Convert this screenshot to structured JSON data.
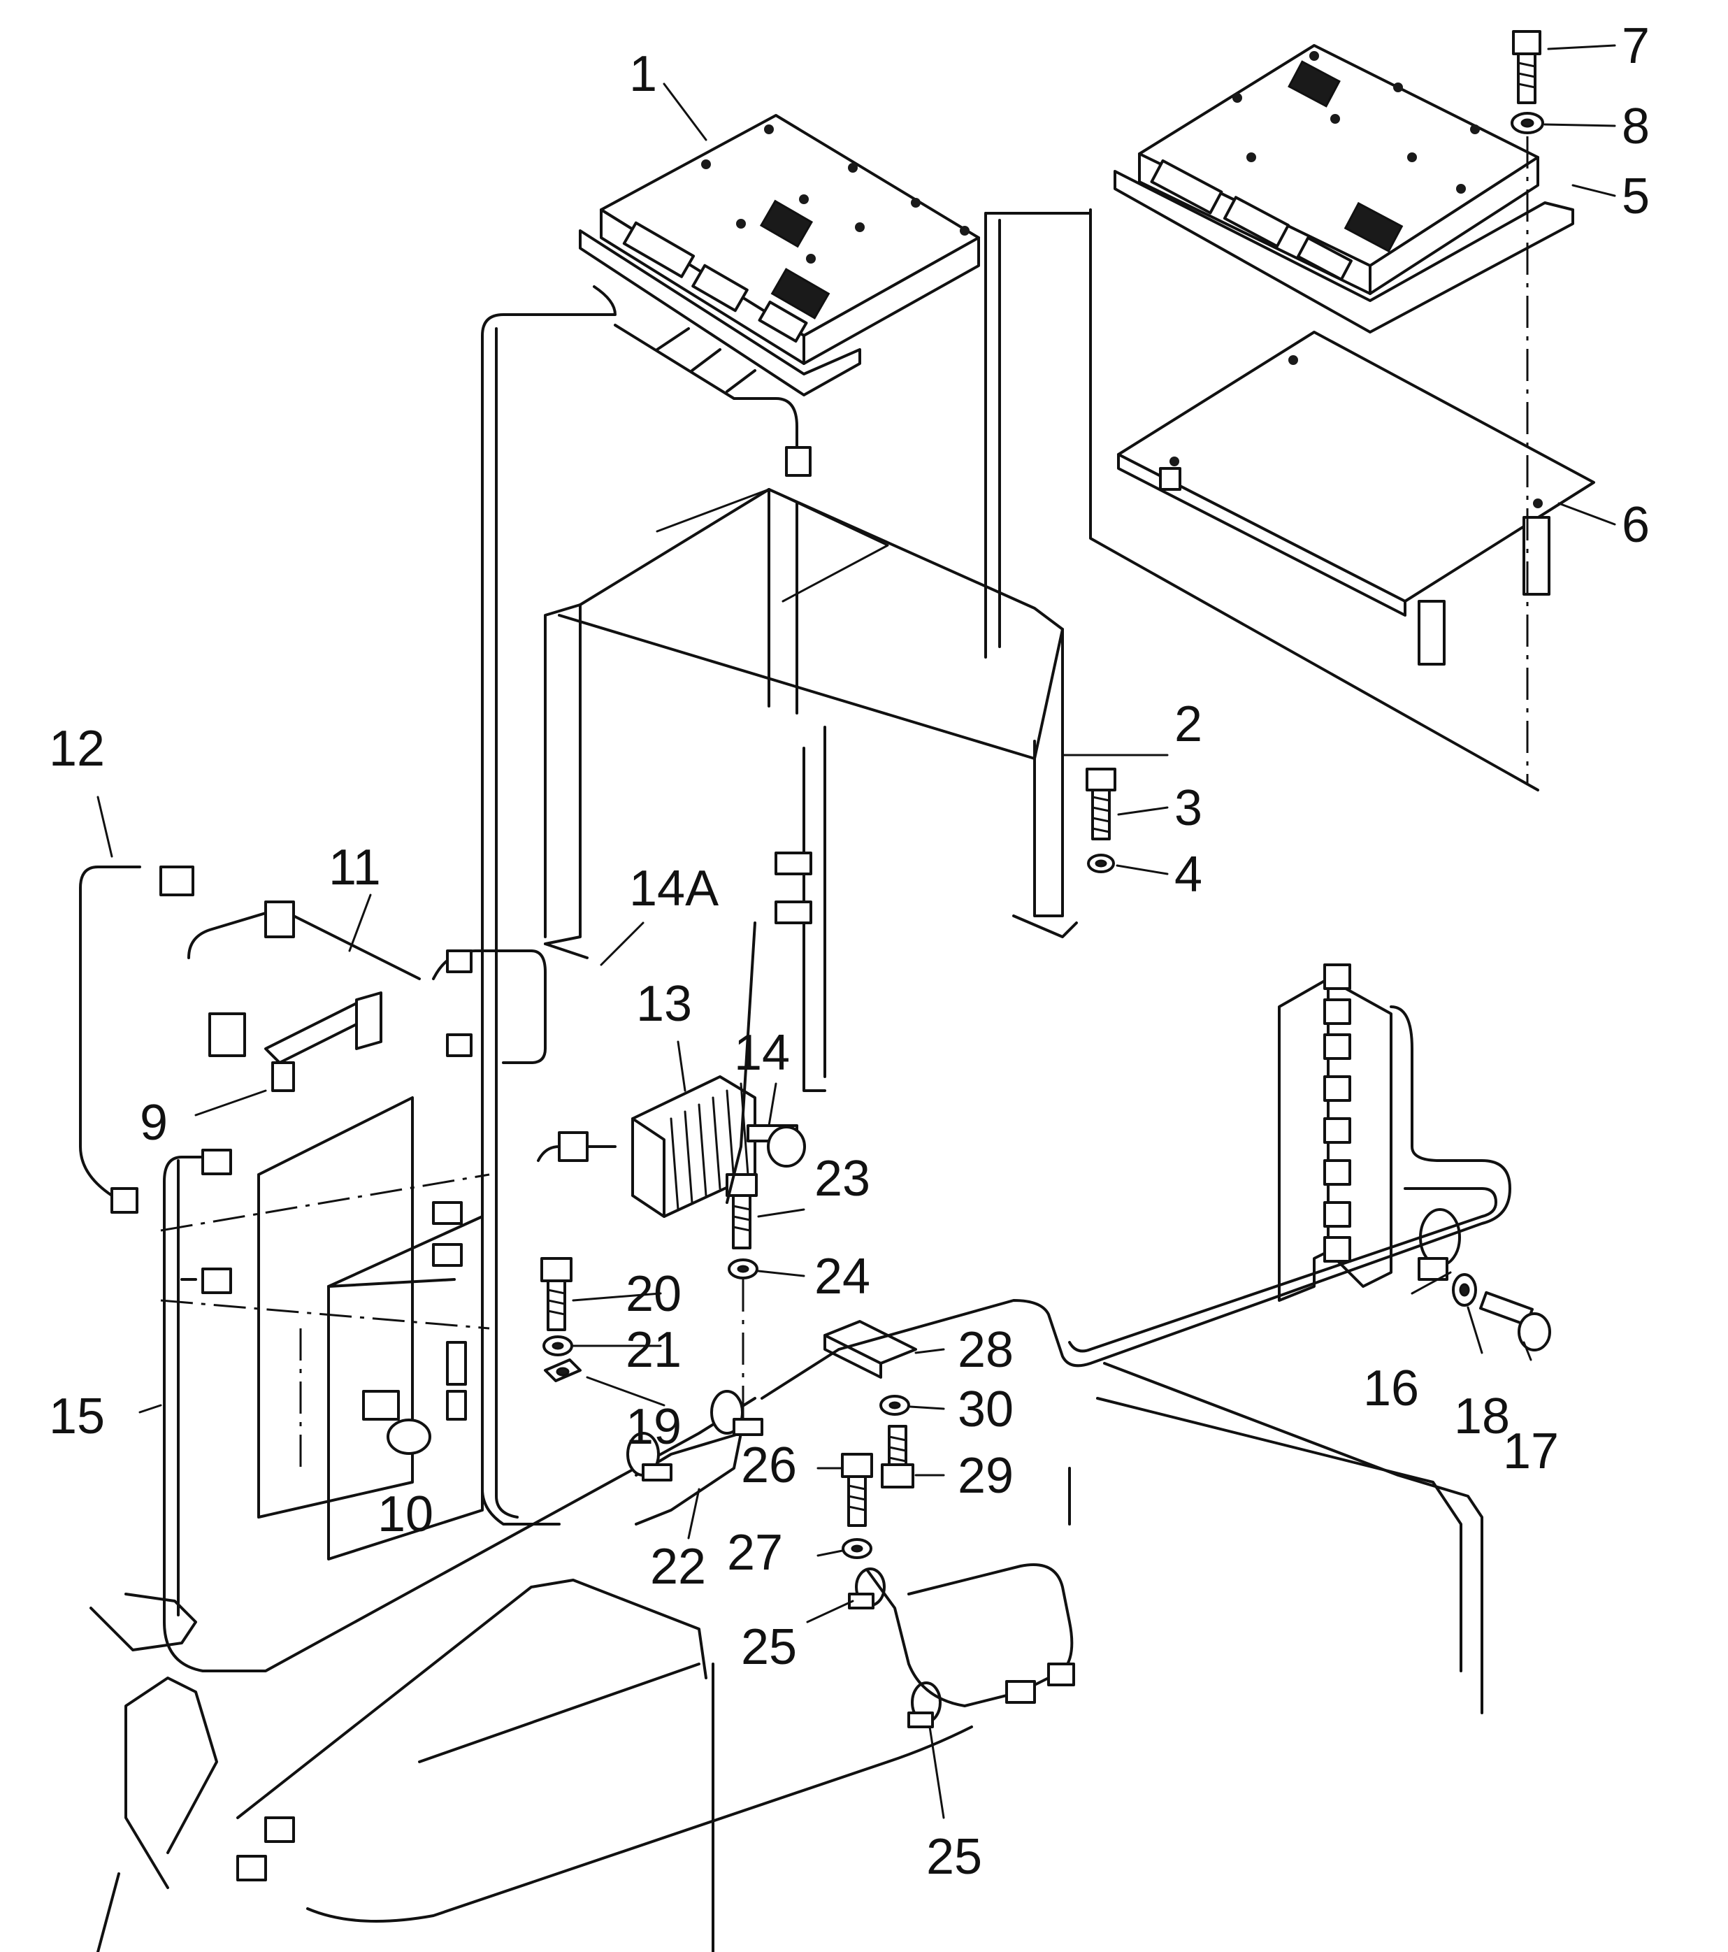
{
  "diagram": {
    "callouts": [
      {
        "id": "c1",
        "text": "1"
      },
      {
        "id": "c2",
        "text": "2"
      },
      {
        "id": "c3",
        "text": "3"
      },
      {
        "id": "c4",
        "text": "4"
      },
      {
        "id": "c5",
        "text": "5"
      },
      {
        "id": "c6",
        "text": "6"
      },
      {
        "id": "c7",
        "text": "7"
      },
      {
        "id": "c8",
        "text": "8"
      },
      {
        "id": "c9",
        "text": "9"
      },
      {
        "id": "c10",
        "text": "10"
      },
      {
        "id": "c11",
        "text": "11"
      },
      {
        "id": "c12",
        "text": "12"
      },
      {
        "id": "c13",
        "text": "13"
      },
      {
        "id": "c14",
        "text": "14"
      },
      {
        "id": "c14A",
        "text": "14A"
      },
      {
        "id": "c15",
        "text": "15"
      },
      {
        "id": "c16",
        "text": "16"
      },
      {
        "id": "c17",
        "text": "17"
      },
      {
        "id": "c18",
        "text": "18"
      },
      {
        "id": "c19",
        "text": "19"
      },
      {
        "id": "c20",
        "text": "20"
      },
      {
        "id": "c21",
        "text": "21"
      },
      {
        "id": "c22",
        "text": "22"
      },
      {
        "id": "c23",
        "text": "23"
      },
      {
        "id": "c24",
        "text": "24"
      },
      {
        "id": "c25a",
        "text": "25"
      },
      {
        "id": "c25b",
        "text": "25"
      },
      {
        "id": "c26",
        "text": "26"
      },
      {
        "id": "c27",
        "text": "27"
      },
      {
        "id": "c28",
        "text": "28"
      },
      {
        "id": "c29",
        "text": "29"
      },
      {
        "id": "c30",
        "text": "30"
      }
    ]
  }
}
